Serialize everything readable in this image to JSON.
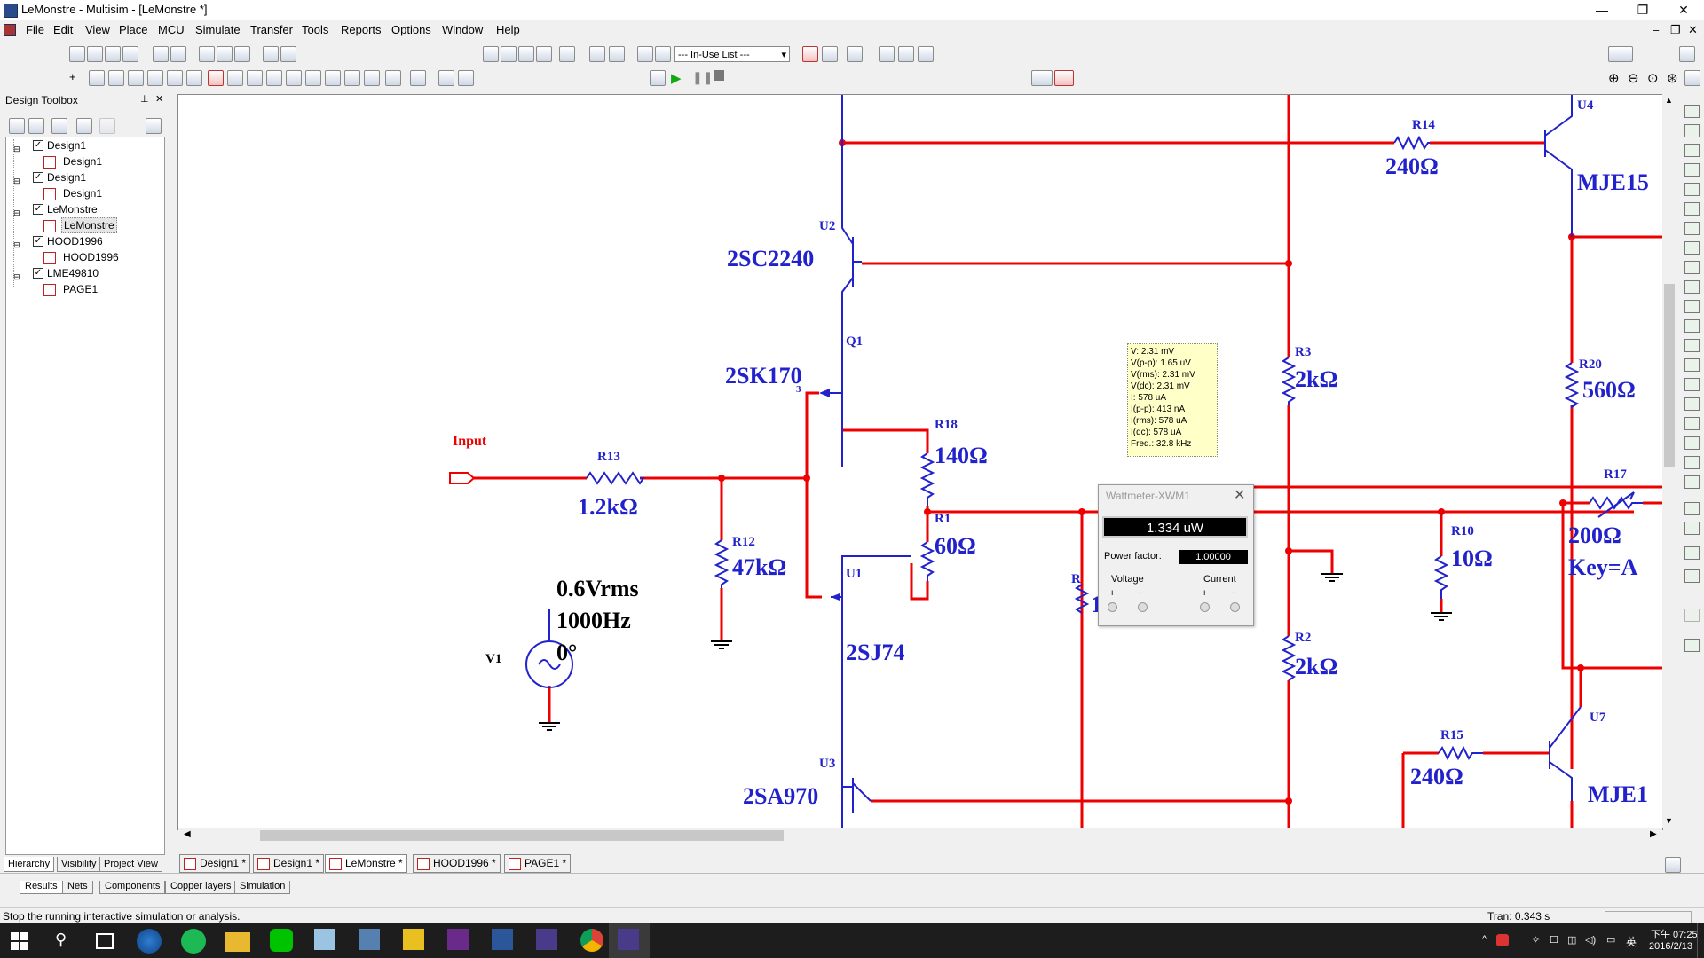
{
  "window": {
    "title": "LeMonstre - Multisim - [LeMonstre *]",
    "controls": [
      "—",
      "❐",
      "✕"
    ],
    "doc_controls": [
      "–",
      "❐",
      "✕"
    ]
  },
  "menu": [
    {
      "label": "File"
    },
    {
      "label": "Edit"
    },
    {
      "label": "View"
    },
    {
      "label": "Place"
    },
    {
      "label": "MCU"
    },
    {
      "label": "Simulate"
    },
    {
      "label": "Transfer"
    },
    {
      "label": "Tools"
    },
    {
      "label": "Reports"
    },
    {
      "label": "Options"
    },
    {
      "label": "Window"
    },
    {
      "label": "Help"
    }
  ],
  "toolbar": {
    "in_use_list": "--- In-Use List ---"
  },
  "toolbox": {
    "title": "Design Toolbox",
    "pin": "⊥",
    "close": "✕",
    "tree": [
      {
        "label": "Design1",
        "level": 0
      },
      {
        "label": "Design1",
        "level": 1
      },
      {
        "label": "Design1",
        "level": 0
      },
      {
        "label": "Design1",
        "level": 1
      },
      {
        "label": "LeMonstre",
        "level": 0
      },
      {
        "label": "LeMonstre",
        "level": 1
      },
      {
        "label": "HOOD1996",
        "level": 0
      },
      {
        "label": "HOOD1996",
        "level": 1
      },
      {
        "label": "LME49810",
        "level": 0
      },
      {
        "label": "PAGE1",
        "level": 1
      }
    ],
    "tabs": [
      {
        "label": "Hierarchy"
      },
      {
        "label": "Visibility"
      },
      {
        "label": "Project View"
      }
    ]
  },
  "schematic": {
    "input_label": "Input",
    "source": {
      "ref": "V1",
      "vrms": "0.6Vrms",
      "freq": "1000Hz",
      "phase": "0°"
    },
    "components": {
      "r13": {
        "ref": "R13",
        "value": "1.2kΩ"
      },
      "r12": {
        "ref": "R12",
        "value": "47kΩ"
      },
      "r18": {
        "ref": "R18",
        "value": "140Ω"
      },
      "r1": {
        "ref": "R1",
        "value": "60Ω"
      },
      "r3": {
        "ref": "R3",
        "value": "2kΩ"
      },
      "r2": {
        "ref": "R2",
        "value": "2kΩ"
      },
      "r14": {
        "ref": "R14",
        "value": "240Ω"
      },
      "r15": {
        "ref": "R15",
        "value": "240Ω"
      },
      "r20": {
        "ref": "R20",
        "value": "560Ω"
      },
      "r10": {
        "ref": "R10",
        "value": "10Ω"
      },
      "r17": {
        "ref": "R17",
        "value": "200Ω",
        "key": "Key=A"
      },
      "r_partial": {
        "ref": "R",
        "value": "1"
      },
      "u2": {
        "ref": "U2",
        "part": "2SC2240"
      },
      "q1": {
        "ref": "Q1",
        "part": "2SK170",
        "pin": "3"
      },
      "u1": {
        "ref": "U1",
        "part": "2SJ74"
      },
      "u3": {
        "ref": "U3",
        "part": "2SA970"
      },
      "u4": {
        "ref": "U4",
        "part": "MJE15"
      },
      "u7": {
        "ref": "U7",
        "part": "MJE1"
      }
    },
    "probe": [
      "V: 2.31 mV",
      "V(p-p): 1.65 uV",
      "V(rms): 2.31 mV",
      "V(dc): 2.31 mV",
      "I: 578 uA",
      "I(p-p): 413 nA",
      "I(rms): 578 uA",
      "I(dc): 578 uA",
      "Freq.: 32.8 kHz"
    ]
  },
  "wattmeter": {
    "title": "Wattmeter-XWM1",
    "close": "✕",
    "reading": "1.334 uW",
    "pf_label": "Power factor:",
    "pf_value": "1.00000",
    "voltage_label": "Voltage",
    "current_label": "Current",
    "plus": "+",
    "minus": "−"
  },
  "doc_tabs": [
    {
      "label": "Design1 *"
    },
    {
      "label": "Design1 *"
    },
    {
      "label": "LeMonstre *",
      "active": true
    },
    {
      "label": "HOOD1996 *"
    },
    {
      "label": "PAGE1 *"
    }
  ],
  "bottom_tabs": [
    {
      "label": "Results"
    },
    {
      "label": "Nets"
    },
    {
      "label": "Components"
    },
    {
      "label": "Copper layers"
    },
    {
      "label": "Simulation"
    }
  ],
  "status": {
    "message": "Stop the running interactive simulation or analysis.",
    "tran": "Tran: 0.343 s"
  },
  "taskbar": {
    "time": "下午 07:25",
    "date": "2016/2/13",
    "lang": "英"
  },
  "colors": {
    "wire": "#ee0000",
    "component": "#2222cc",
    "probe_bg": "#ffffc8",
    "taskbar": "#1d1d1d"
  }
}
